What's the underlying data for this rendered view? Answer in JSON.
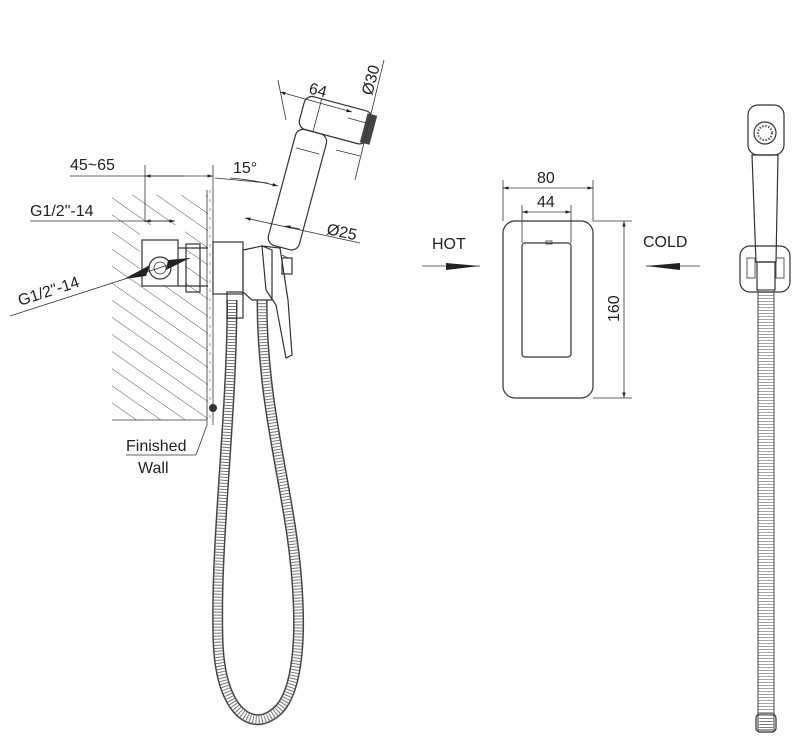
{
  "side_view": {
    "dim_depth": "45~65",
    "dim_head_length": "64",
    "dim_head_diameter": "Ø30",
    "dim_angle": "15°",
    "dim_body_diameter": "Ø25",
    "thread_top": "G1/2\"-14",
    "thread_side": "G1/2\"-14",
    "finished_wall_line1": "Finished",
    "finished_wall_line2": "Wall"
  },
  "front_view": {
    "dim_width": "80",
    "dim_inner_width": "44",
    "dim_height": "160",
    "hot_label": "HOT",
    "cold_label": "COLD"
  }
}
